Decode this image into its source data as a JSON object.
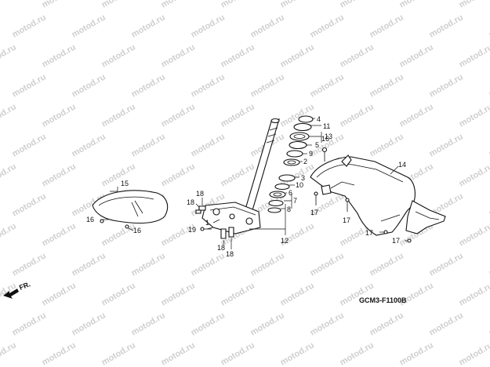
{
  "watermark": "motod.ru",
  "diagram_code": "GCM3-F1100B",
  "direction_label": "FR.",
  "part_numbers": {
    "p1": "1",
    "p2": "2",
    "p3": "3",
    "p4": "4",
    "p5": "5",
    "p6": "6",
    "p7": "7",
    "p8": "8",
    "p9": "9",
    "p10": "10",
    "p11": "11",
    "p12": "12",
    "p13": "13",
    "p14": "14",
    "p15": "15",
    "p16a": "16",
    "p16b": "16",
    "p16c": "16",
    "p17a": "17",
    "p17b": "17",
    "p17c": "17",
    "p17d": "17",
    "p18a": "18",
    "p18b": "18",
    "p18c": "18",
    "p18d": "18",
    "p19": "19"
  }
}
